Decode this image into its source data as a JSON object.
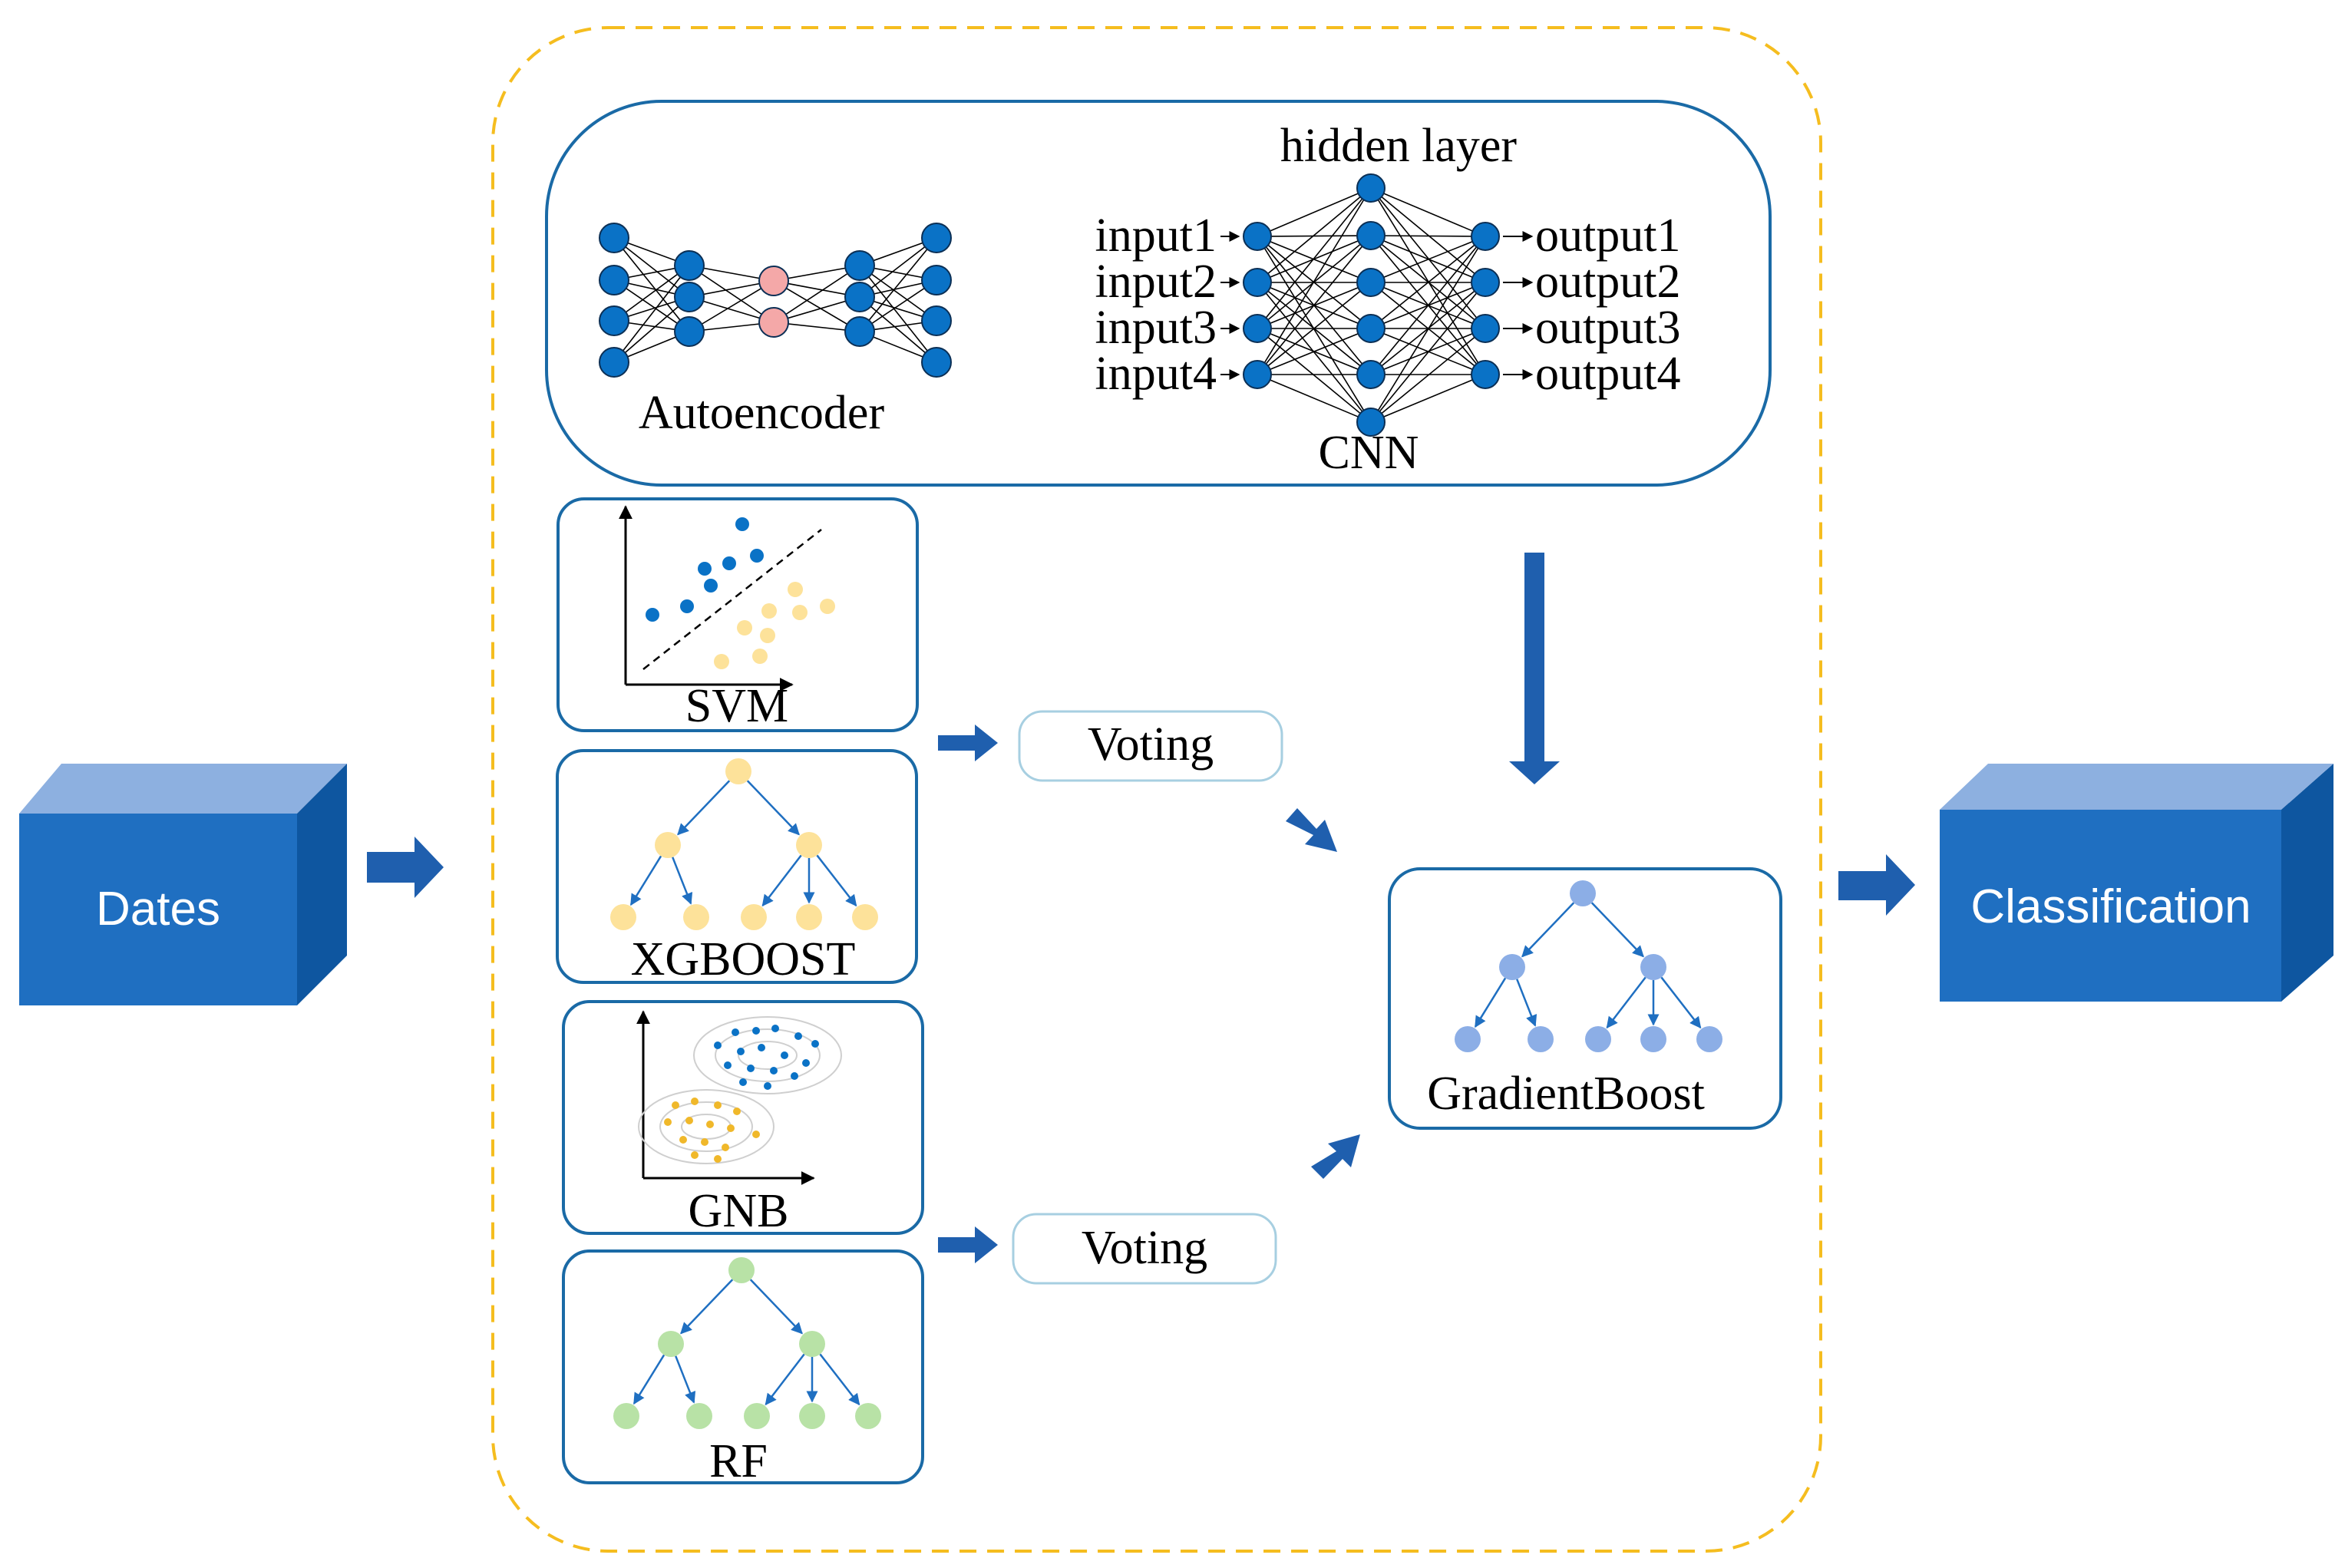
{
  "input_block": {
    "label": "Dates"
  },
  "output_block": {
    "label": "Classification"
  },
  "deep_models": {
    "autoencoder": {
      "label": "Autoencoder"
    },
    "cnn": {
      "label": "CNN",
      "hidden_layer_label": "hidden layer",
      "inputs": [
        "input1",
        "input2",
        "input3",
        "input4"
      ],
      "outputs": [
        "output1",
        "output2",
        "output3",
        "output4"
      ]
    }
  },
  "base_models": {
    "svm": {
      "label": "SVM"
    },
    "xgboost": {
      "label": "XGBOOST"
    },
    "gnb": {
      "label": "GNB"
    },
    "rf": {
      "label": "RF"
    }
  },
  "voting": {
    "top_label": "Voting",
    "bottom_label": "Voting"
  },
  "meta_model": {
    "label": "GradientBoost"
  },
  "colors": {
    "node_blue": "#0a72c6",
    "node_pink": "#f4a8a8",
    "tree_yellow": "#fde29a",
    "tree_green": "#b8e2a6",
    "tree_lightblue": "#8caee6",
    "arrow_blue": "#1f5fae",
    "block_front": "#1f6fc1",
    "block_top": "#8db0e0",
    "block_side": "#0e56a0",
    "dashed_frame": "#f5bd1f",
    "panel_border": "#1a6aa6"
  }
}
